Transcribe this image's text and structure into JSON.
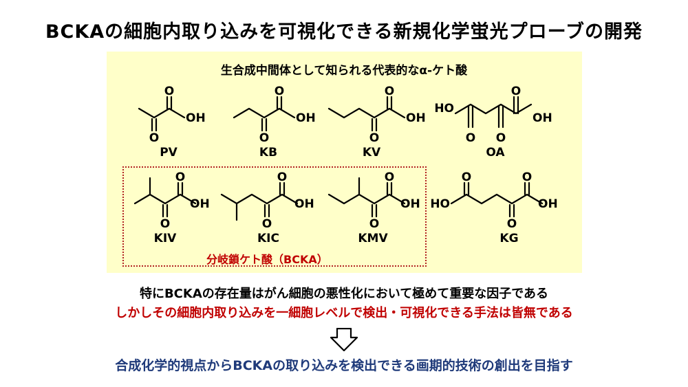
{
  "title": "BCKAの細胞内取り込みを可視化できる新規化学蛍光プローブの開発",
  "panel": {
    "title": "生合成中間体として知られる代表的なα-ケト酸",
    "atoms": {
      "oxygen": "O",
      "hydroxyl": "OH",
      "hydroxyl_left": "HO"
    },
    "molecules": [
      {
        "id": "pv",
        "label": "PV"
      },
      {
        "id": "kb",
        "label": "KB"
      },
      {
        "id": "kv",
        "label": "KV"
      },
      {
        "id": "oa",
        "label": "OA"
      },
      {
        "id": "kiv",
        "label": "KIV"
      },
      {
        "id": "kic",
        "label": "KIC"
      },
      {
        "id": "kmv",
        "label": "KMV"
      },
      {
        "id": "kg",
        "label": "KG"
      }
    ],
    "bcka_label": "分岐鎖ケト酸（BCKA）"
  },
  "statement": "特にBCKAの存在量はがん細胞の悪性化において極めて重要な因子である",
  "problem": "しかしその細胞内取り込みを一細胞レベルで検出・可視化できる手法は皆無である",
  "goal": "合成化学的視点からBCKAの取り込みを検出できる画期的技術の創出を目指す",
  "colors": {
    "panel_bg": "#ffffc9",
    "accent_red": "#c00000",
    "goal_blue": "#1f3a7a",
    "box_border": "#b22222"
  }
}
